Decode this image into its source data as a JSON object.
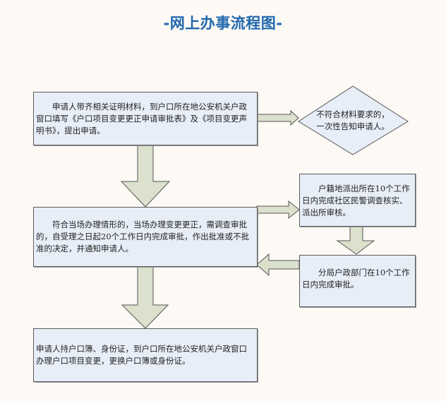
{
  "title": "-网上办事流程图-",
  "colors": {
    "title": "#1f67ad",
    "box_fill": "#e8eef8",
    "box_border": "#5b5b5b",
    "arrow_fill": "#dbe1cc",
    "arrow_stroke": "#555555",
    "background": "#fdf9f5"
  },
  "nodes": {
    "apply": {
      "type": "process",
      "text": "申请人带齐相关证明材料，到户口所在地公安机关户政窗口填写《户口项目变更更正申请审批表》及《项目变更声明书》，提出申请。"
    },
    "reject": {
      "type": "decision",
      "lines": [
        "不符合材料要求的，",
        "一次性告知申请人。"
      ]
    },
    "review": {
      "type": "process",
      "text": "符合当场办理情形的，当场办理变更更正，需调查审批的，自受理之日起20个工作日内完成审批，作出批准或不批准的决定，并通知申请人。"
    },
    "police_check": {
      "type": "process",
      "text": "户籍地派出所在10个工作日内完成社区民警调查核实、派出所审核。"
    },
    "branch_approve": {
      "type": "process",
      "text": "分局户政部门在10个工作日内完成审批。"
    },
    "complete": {
      "type": "process",
      "text": "申请人持户口簿、身份证，到户口所在地公安机关户政窗口办理户口项目变更，更换户口簿或身份证。"
    }
  },
  "edges": [
    {
      "from": "apply",
      "to": "reject",
      "direction": "right"
    },
    {
      "from": "apply",
      "to": "review",
      "direction": "down"
    },
    {
      "from": "review",
      "to": "police_check",
      "direction": "right"
    },
    {
      "from": "police_check",
      "to": "branch_approve",
      "direction": "down"
    },
    {
      "from": "branch_approve",
      "to": "review",
      "direction": "left"
    },
    {
      "from": "review",
      "to": "complete",
      "direction": "down"
    }
  ]
}
